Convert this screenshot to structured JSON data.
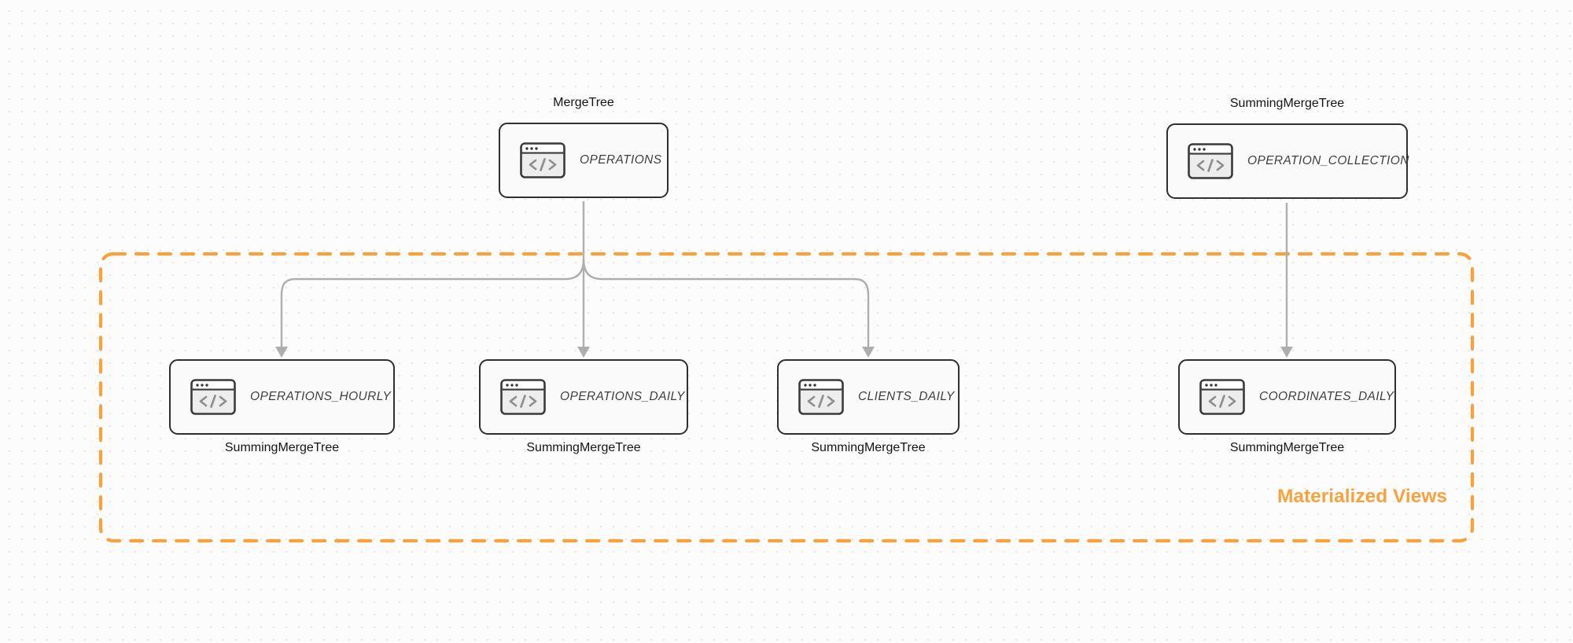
{
  "diagram": {
    "group_label": "Materialized Views",
    "icon_glyph": "</>",
    "nodes": [
      {
        "name": "OPERATIONS",
        "engine": "MergeTree",
        "engine_position": "above"
      },
      {
        "name": "OPERATION_COLLECTION",
        "engine": "SummingMergeTree",
        "engine_position": "above"
      },
      {
        "name": "OPERATIONS_HOURLY",
        "engine": "SummingMergeTree",
        "engine_position": "below"
      },
      {
        "name": "OPERATIONS_DAILY",
        "engine": "SummingMergeTree",
        "engine_position": "below"
      },
      {
        "name": "CLIENTS_DAILY",
        "engine": "SummingMergeTree",
        "engine_position": "below"
      },
      {
        "name": "COORDINATES_DAILY",
        "engine": "SummingMergeTree",
        "engine_position": "below"
      }
    ],
    "edges": [
      {
        "from": "OPERATIONS",
        "to": "OPERATIONS_HOURLY"
      },
      {
        "from": "OPERATIONS",
        "to": "OPERATIONS_DAILY"
      },
      {
        "from": "OPERATIONS",
        "to": "CLIENTS_DAILY"
      },
      {
        "from": "OPERATION_COLLECTION",
        "to": "COORDINATES_DAILY"
      }
    ],
    "colors": {
      "accent_orange": "#f7a23c",
      "node_border": "#2f2f2f",
      "node_fill": "#fafafa",
      "arrow_gray": "#aeaeae",
      "node_text": "#3f3f3f",
      "label_text": "#141414",
      "background": "#fcfcfc",
      "dot_grid": "#e7e7e9"
    }
  }
}
